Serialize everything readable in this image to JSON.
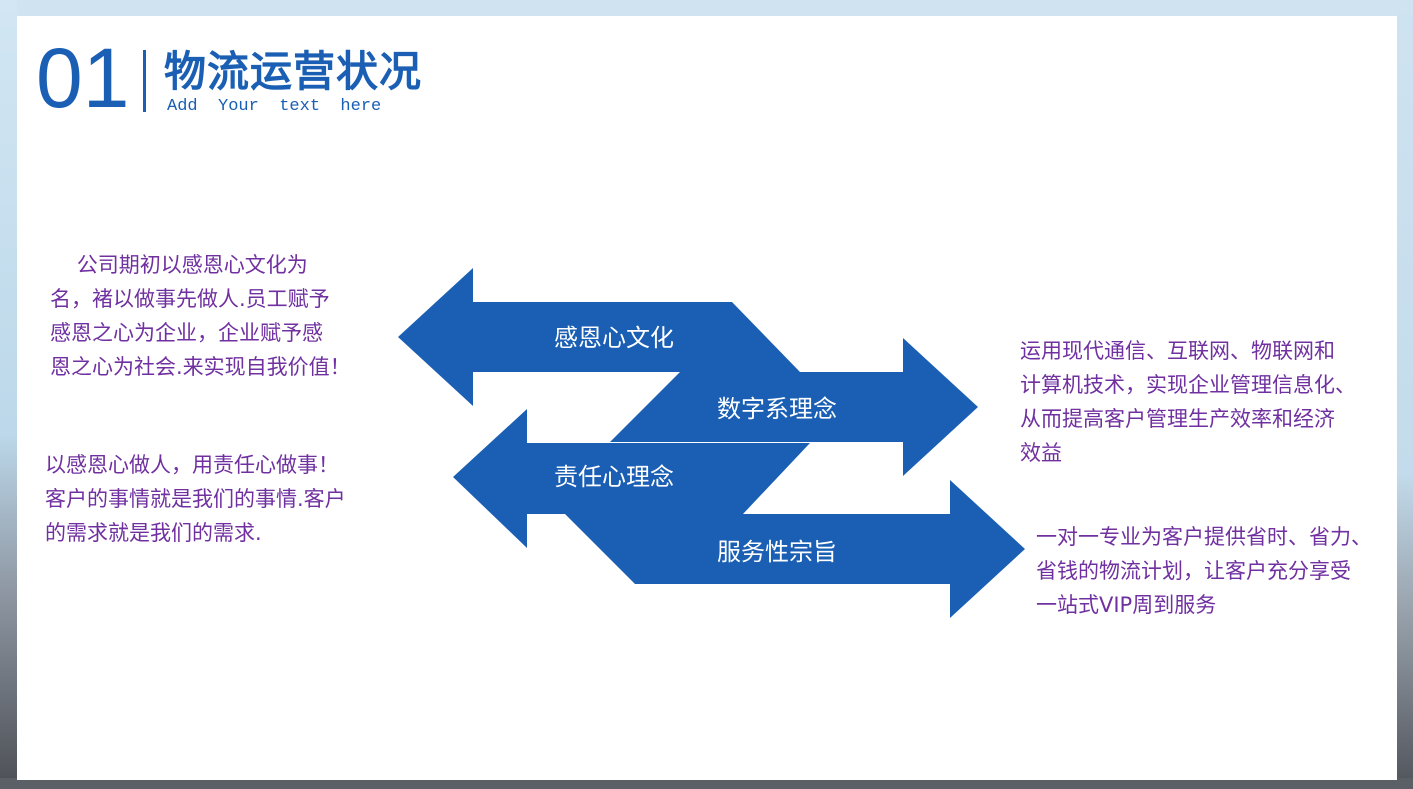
{
  "header": {
    "number": "01",
    "title": "物流运营状况",
    "subtitle": "Add  Your  text  here"
  },
  "colors": {
    "primary": "#1a5fb4",
    "description_text": "#7030a0",
    "arrow_label": "#ffffff"
  },
  "arrows": [
    {
      "label": "感恩心文化",
      "direction": "left"
    },
    {
      "label": "数字系理念",
      "direction": "right"
    },
    {
      "label": "责任心理念",
      "direction": "left"
    },
    {
      "label": "服务性宗旨",
      "direction": "right"
    }
  ],
  "descriptions": [
    {
      "text": "    公司期初以感恩心文化为\n名，褚以做事先做人.员工赋予\n感恩之心为企业，企业赋予感\n恩之心为社会.来实现自我价值！"
    },
    {
      "text": "以感恩心做人，用责任心做事！\n客户的事情就是我们的事情.客户\n的需求就是我们的需求."
    },
    {
      "text": "运用现代通信、互联网、物联网和\n计算机技术，实现企业管理信息化、\n从而提高客户管理生产效率和经济\n效益"
    },
    {
      "text": "一对一专业为客户提供省时、省力、\n省钱的物流计划，让客户充分享受\n一站式VIP周到服务"
    }
  ]
}
